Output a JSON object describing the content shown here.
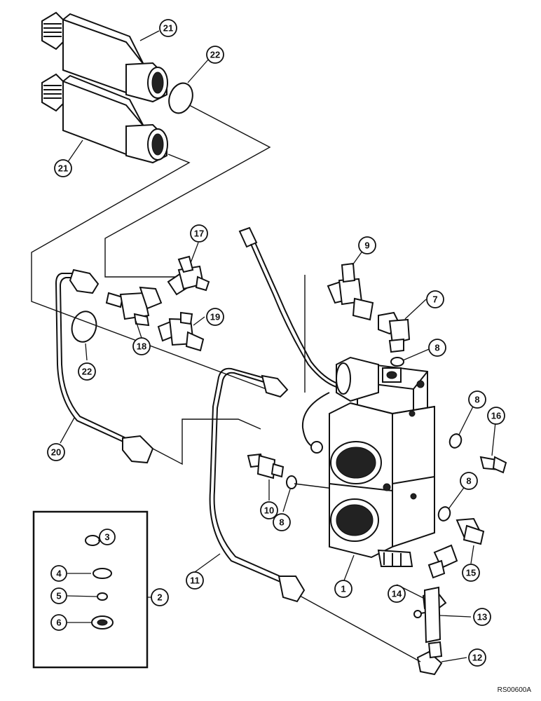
{
  "diagram": {
    "callouts": {
      "c1": "1",
      "c2": "2",
      "c3": "3",
      "c4": "4",
      "c5": "5",
      "c6": "6",
      "c7": "7",
      "c8a": "8",
      "c8b": "8",
      "c8c": "8",
      "c8d": "8",
      "c9": "9",
      "c10": "10",
      "c11": "11",
      "c12": "12",
      "c13": "13",
      "c14": "14",
      "c15": "15",
      "c16": "16",
      "c17": "17",
      "c18": "18",
      "c19": "19",
      "c20": "20",
      "c21a": "21",
      "c21b": "21",
      "c22a": "22",
      "c22b": "22"
    },
    "reference_code": "RS00600A"
  }
}
